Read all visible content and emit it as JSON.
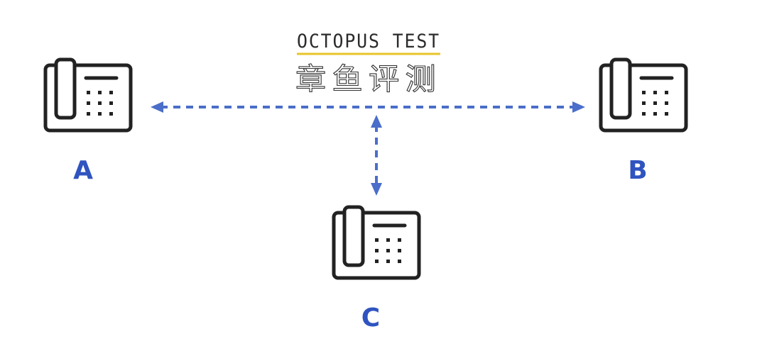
{
  "logo": {
    "text_en": "OCTOPUS TEST",
    "text_cn": "章鱼评测",
    "underline_color": "#e8c42a"
  },
  "nodes": [
    {
      "id": "A",
      "label": "A",
      "icon": "desk-phone-icon"
    },
    {
      "id": "B",
      "label": "B",
      "icon": "desk-phone-icon"
    },
    {
      "id": "C",
      "label": "C",
      "icon": "desk-phone-icon"
    }
  ],
  "connections": [
    {
      "from": "A",
      "to": "B",
      "style": "dashed",
      "arrows": "both"
    },
    {
      "from": "C",
      "to": "A-B link",
      "style": "dashed",
      "arrows": "both"
    }
  ],
  "colors": {
    "accent": "#4a6ec9",
    "label": "#2f54c0",
    "icon_stroke": "#222222"
  }
}
